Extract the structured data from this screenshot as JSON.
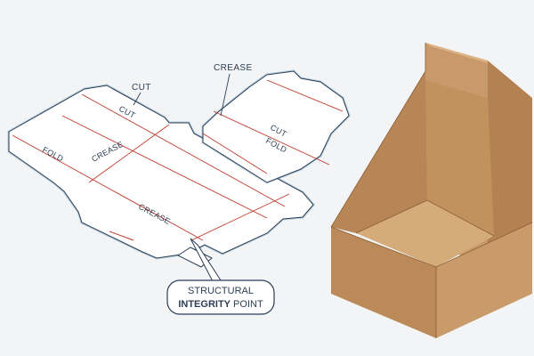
{
  "diagram": {
    "labels": {
      "cut_callout": "CUT",
      "crease_callout": "CREASE",
      "cut_left": "CUT",
      "fold_left": "FOLD",
      "crease_left": "CREASE",
      "crease_bottom": "CREASE",
      "cut_right": "CUT",
      "fold_right": "FOLD"
    },
    "callout": {
      "line1": "STRUCTURAL",
      "line2_bold": "INTEGRITY",
      "line2_rest": " POINT"
    }
  },
  "colors": {
    "background": "#f2f4f6",
    "cut_outline": "#6a9fbf",
    "die_line": "#2c3e55",
    "crease_line": "#c0392b",
    "cardboard_front": "#c1925e",
    "cardboard_side": "#b38152",
    "cardboard_inner": "#d6ab7a",
    "cardboard_back": "#c8996a"
  }
}
